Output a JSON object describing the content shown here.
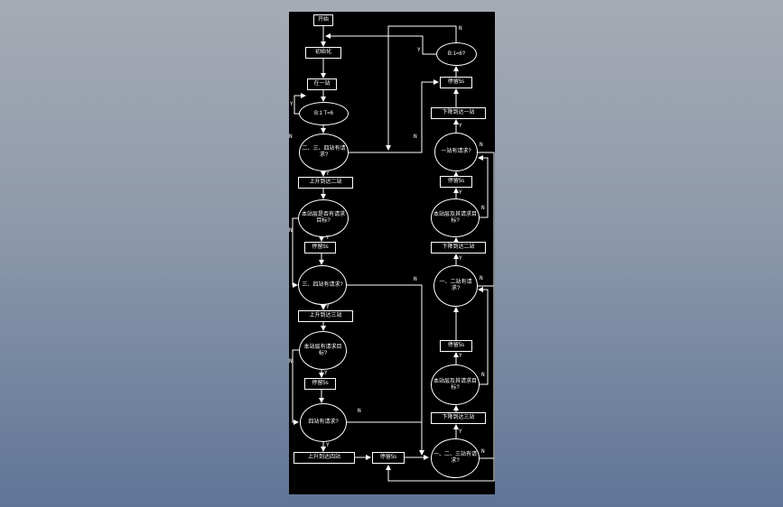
{
  "scene": {
    "background_top": "#a6abb4",
    "background_bottom": "#5f7596",
    "panel_background": "#000000",
    "line_color": "#ffffff"
  },
  "flowchart": {
    "nodes": [
      {
        "id": "start",
        "shape": "rect",
        "label": "开始"
      },
      {
        "id": "init",
        "shape": "rect",
        "label": "初始化"
      },
      {
        "id": "at-station-1",
        "shape": "rect",
        "label": "在一站"
      },
      {
        "id": "timer-check",
        "shape": "ellipse",
        "label": "B:1 T=6"
      },
      {
        "id": "req-2-3-4",
        "shape": "ellipse",
        "label": "二、三、四站有请求?"
      },
      {
        "id": "up-to-2",
        "shape": "rect",
        "label": "上升到达二站"
      },
      {
        "id": "target-here-a",
        "shape": "ellipse",
        "label": "本站层是否有请求目标?"
      },
      {
        "id": "stay-5s-l1",
        "shape": "rect",
        "label": "停留5s"
      },
      {
        "id": "req-3-4",
        "shape": "ellipse",
        "label": "三、四站有请求?"
      },
      {
        "id": "up-to-3",
        "shape": "rect",
        "label": "上升到达三站"
      },
      {
        "id": "target-here-b",
        "shape": "ellipse",
        "label": "本站层有请求目标?"
      },
      {
        "id": "stay-5s-l2",
        "shape": "rect",
        "label": "停留5s"
      },
      {
        "id": "req-4",
        "shape": "ellipse",
        "label": "四站有请求?"
      },
      {
        "id": "up-to-4",
        "shape": "rect",
        "label": "上升到达四站"
      },
      {
        "id": "stay-5s-mid",
        "shape": "rect",
        "label": "停留5s"
      },
      {
        "id": "timer-eq-6",
        "shape": "ellipse",
        "label": "B:1=6?"
      },
      {
        "id": "stay-5s-r1",
        "shape": "rect",
        "label": "停留5s"
      },
      {
        "id": "down-to-1",
        "shape": "rect",
        "label": "下降到达一站"
      },
      {
        "id": "req-1",
        "shape": "ellipse",
        "label": "一站有请求?"
      },
      {
        "id": "stay-5s-r2",
        "shape": "rect",
        "label": "停留5s"
      },
      {
        "id": "target-here-r1",
        "shape": "ellipse",
        "label": "本站层及其请求目标?"
      },
      {
        "id": "down-to-2",
        "shape": "rect",
        "label": "下降到达二站"
      },
      {
        "id": "req-1-2",
        "shape": "ellipse",
        "label": "一、二站有请求?"
      },
      {
        "id": "stay-5s-r3",
        "shape": "rect",
        "label": "停留5s"
      },
      {
        "id": "target-here-r2",
        "shape": "ellipse",
        "label": "本站层及其请求目标?"
      },
      {
        "id": "down-to-3",
        "shape": "rect",
        "label": "下降到达三站"
      },
      {
        "id": "req-1-2-3",
        "shape": "ellipse",
        "label": "一、二、三站有请求?"
      }
    ],
    "branch_labels": [
      "Y",
      "N",
      "N",
      "N",
      "N",
      "N",
      "N",
      "N",
      "Y",
      "N",
      "N",
      "N",
      "N",
      "N",
      "Y",
      "Y",
      "Y",
      "Y",
      "Y",
      "Y",
      "Y",
      "Y",
      "Y",
      "Y"
    ]
  }
}
